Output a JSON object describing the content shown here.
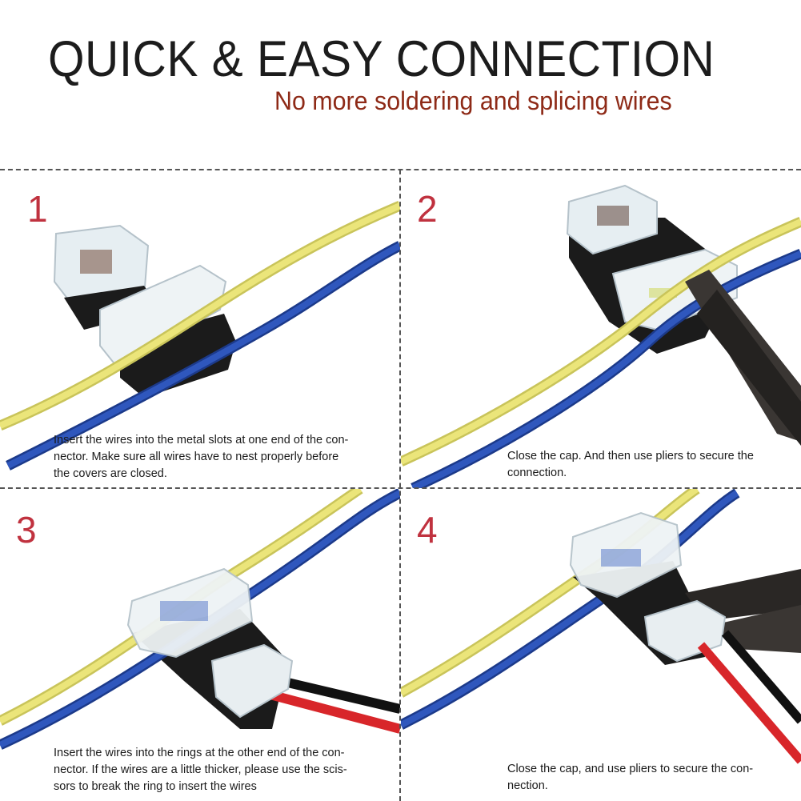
{
  "header": {
    "title": "QUICK & EASY CONNECTION",
    "subtitle": "No more soldering and splicing wires"
  },
  "colors": {
    "title": "#1c1c1c",
    "subtitle": "#8e2a17",
    "step_number": "#c0323f",
    "wire_yellow": "#e6e06a",
    "wire_blue": "#2a4fb0",
    "wire_red": "#d8262a",
    "wire_black": "#1a1a1a"
  },
  "steps": [
    {
      "number": "1",
      "caption": "Insert the wires into the metal slots at one end of the con-\nnector. Make sure all wires have to nest properly before\nthe covers are closed."
    },
    {
      "number": "2",
      "caption": "Close the cap. And then use pliers to secure the\nconnection."
    },
    {
      "number": "3",
      "caption": "Insert the wires into the rings at the other end of the con-\nnector. If the wires are a little thicker, please use the scis-\nsors to break the ring to insert the wires"
    },
    {
      "number": "4",
      "caption": "Close the cap, and use pliers to secure the con-\nnection."
    }
  ]
}
